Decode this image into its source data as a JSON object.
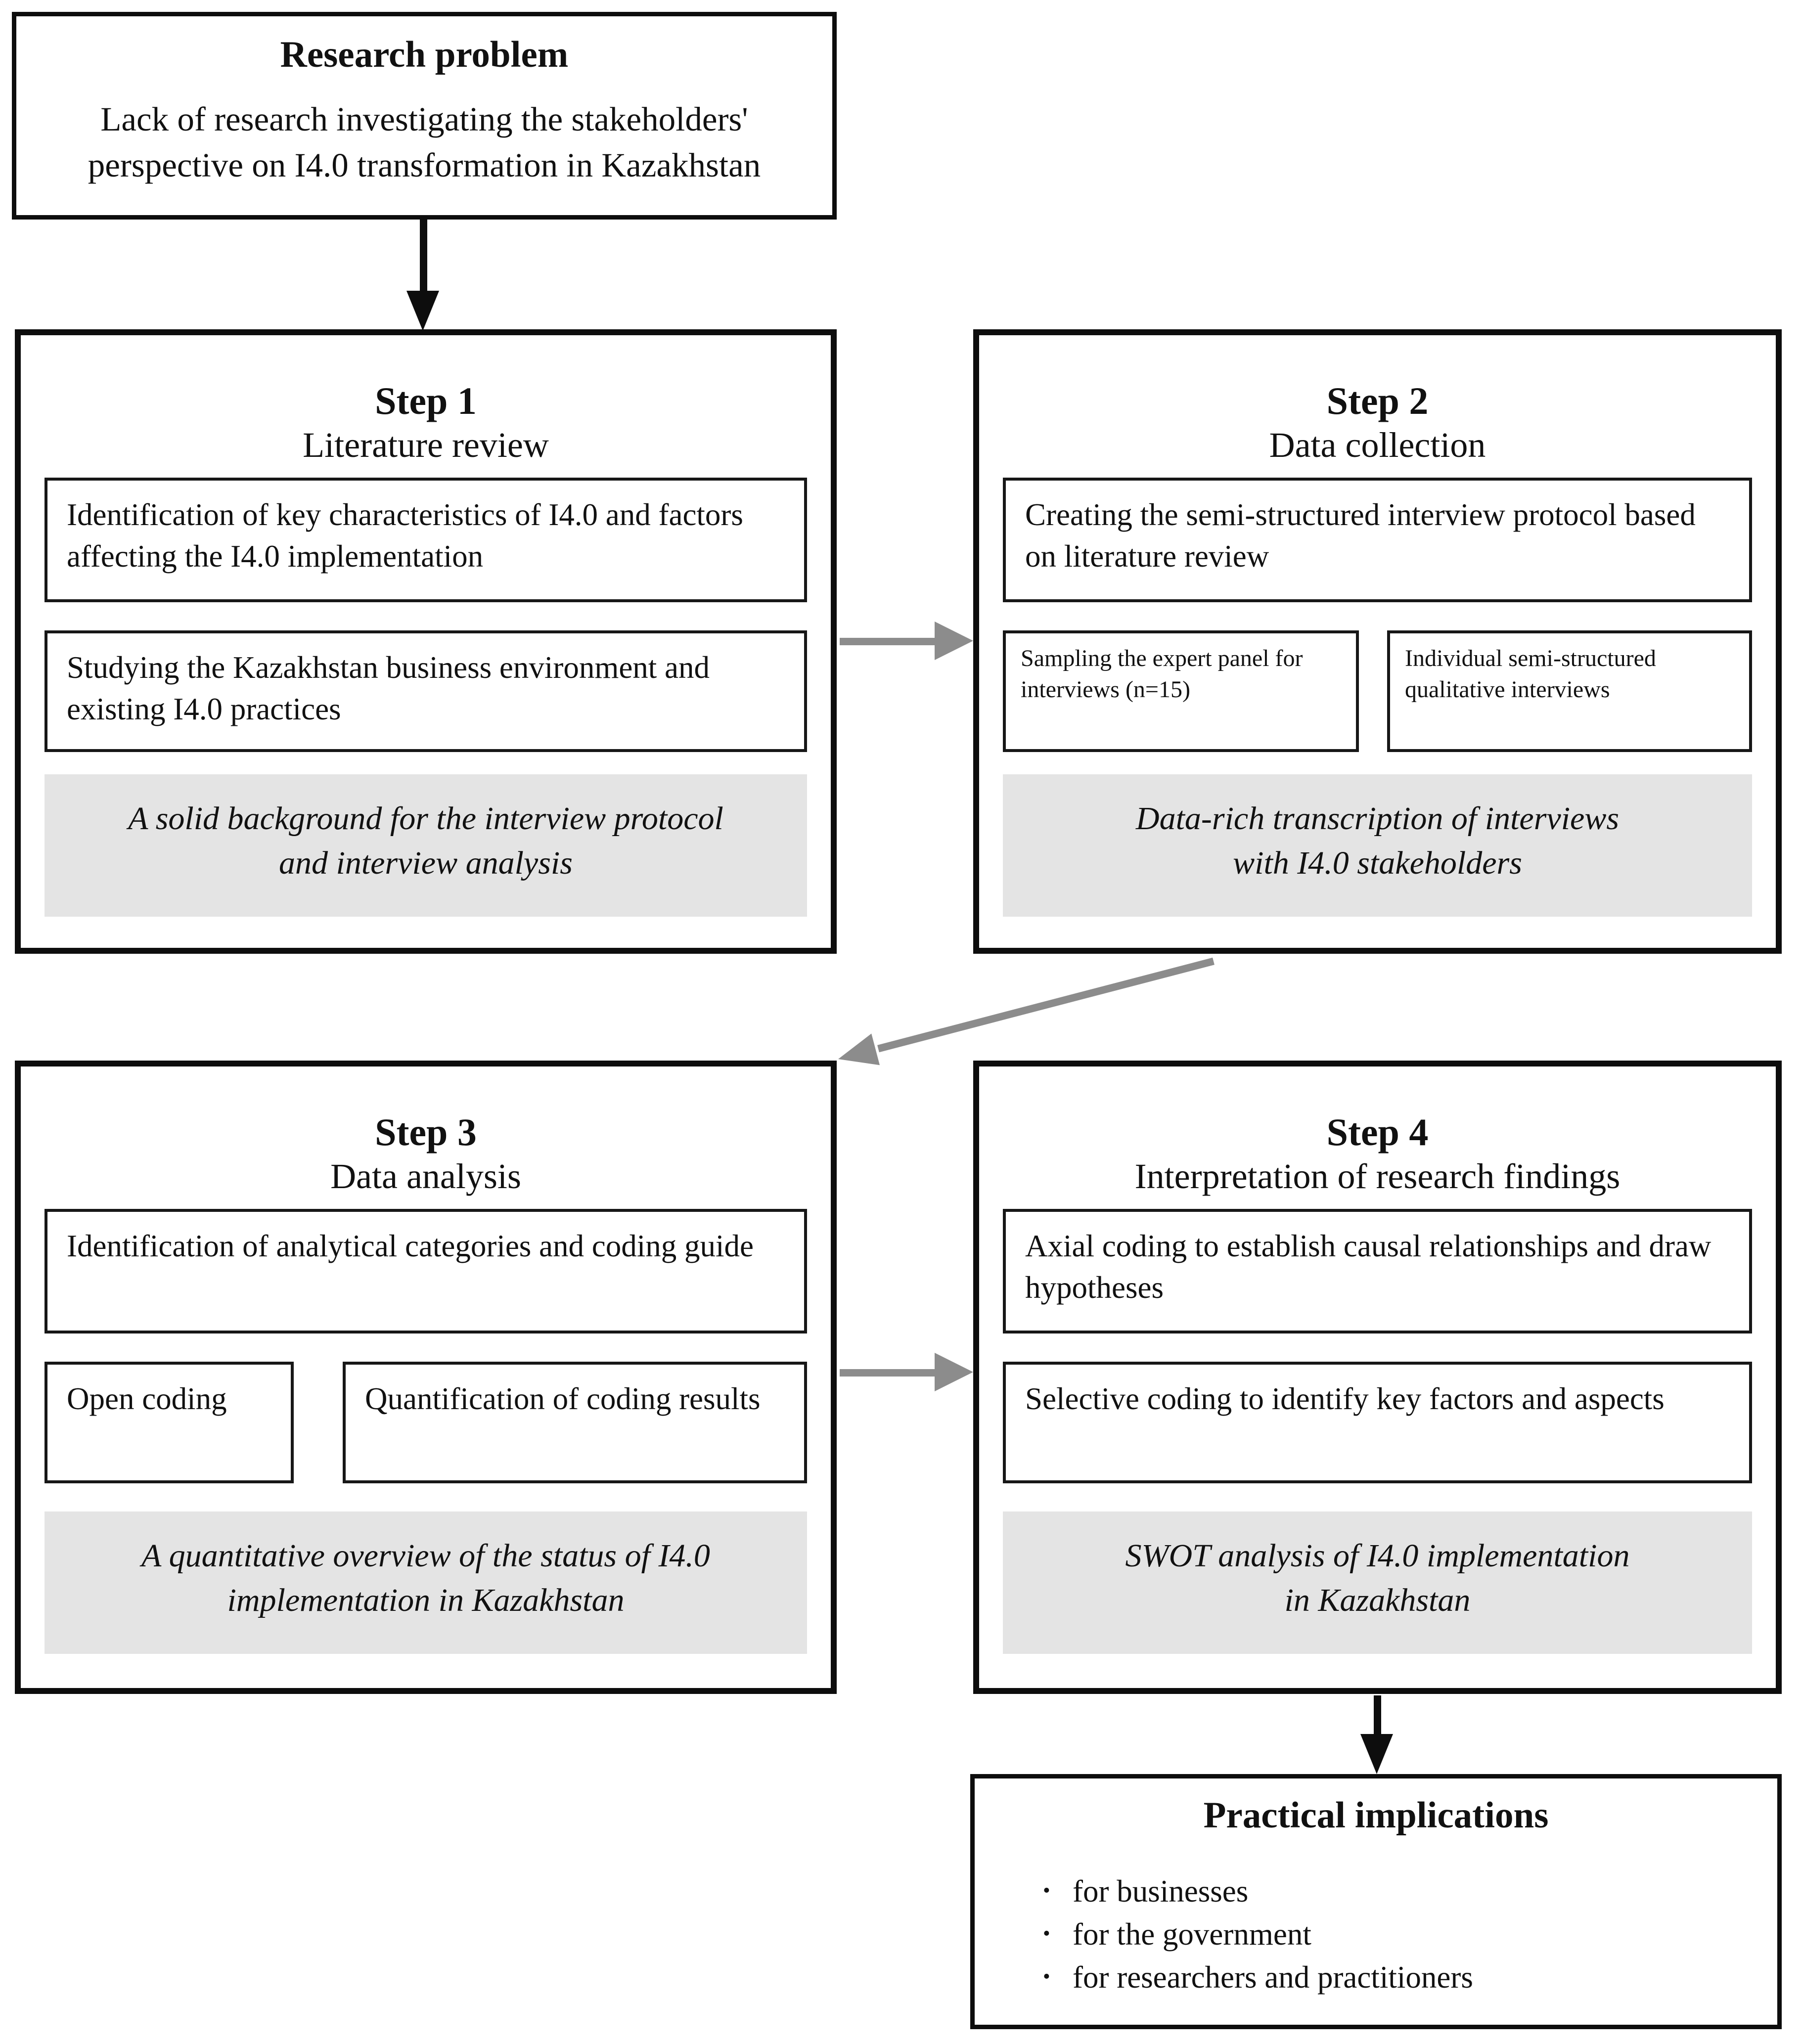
{
  "research_problem": {
    "title": "Research problem",
    "body_lines": [
      "Lack of research investigating the stakeholders'",
      "perspective on I4.0 transformation in Kazakhstan"
    ]
  },
  "step1": {
    "title": "Step 1",
    "subtitle": "Literature review",
    "box1": "Identification of key characteristics of I4.0 and factors affecting the I4.0 implementation",
    "box2": "Studying the Kazakhstan business environment and existing I4.0 practices",
    "outcome_lines": [
      "A solid background for the interview protocol",
      "and interview analysis"
    ]
  },
  "step2": {
    "title": "Step 2",
    "subtitle": "Data collection",
    "box1": "Creating the semi-structured interview protocol based on literature review",
    "box2a": "Sampling the expert panel for interviews (n=15)",
    "box2b": "Individual semi-structured qualitative interviews",
    "outcome_lines": [
      "Data-rich transcription of interviews",
      "with I4.0 stakeholders"
    ]
  },
  "step3": {
    "title": "Step 3",
    "subtitle": "Data analysis",
    "box1": "Identification of analytical categories and coding guide",
    "box2a": "Open coding",
    "box2b": "Quantification of coding results",
    "outcome_lines": [
      "A quantitative overview of  the status of I4.0",
      "implementation in Kazakhstan"
    ]
  },
  "step4": {
    "title": "Step 4",
    "subtitle": "Interpretation of research findings",
    "box1": "Axial coding to establish causal relationships and draw hypotheses",
    "box2": "Selective coding to identify key factors and aspects",
    "outcome_lines": [
      "SWOT analysis of I4.0 implementation",
      "in Kazakhstan"
    ]
  },
  "practical": {
    "title": "Practical implications",
    "bullets": [
      "for businesses",
      "for the government",
      "for researchers and practitioners"
    ]
  },
  "colors": {
    "border": "#0d0d0d",
    "outcome_background": "#e4e4e4",
    "gray_arrow": "#8c8c8c",
    "black_arrow": "#0d0d0d"
  }
}
